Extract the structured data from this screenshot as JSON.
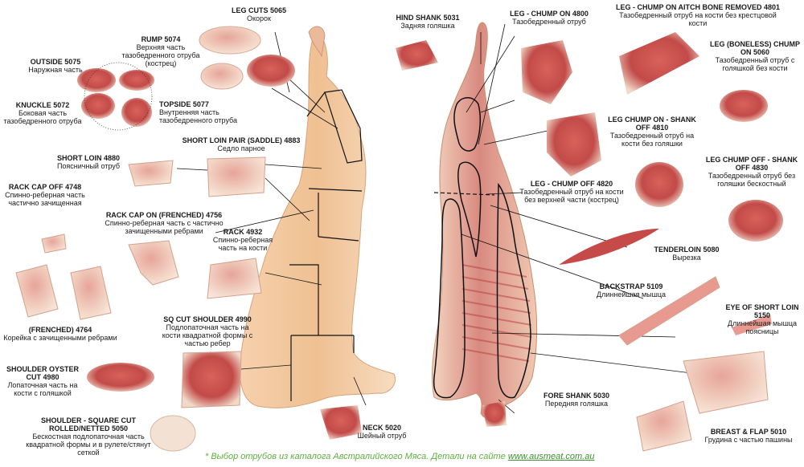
{
  "colors": {
    "carcass_fat": "#f0c29a",
    "carcass_light": "#f7dcc0",
    "meat_red": "#c8504e",
    "meat_dark": "#9e2f30",
    "fat_cream": "#f3e2d2",
    "line": "#111111",
    "footer_green": "#5fae3f"
  },
  "labels": {
    "leg_cuts": {
      "code": "LEG CUTS 5065",
      "desc": "Окорок"
    },
    "rump": {
      "code": "RUMP 5074",
      "desc": "Верхняя часть тазобедренного отруба (кострец)"
    },
    "outside": {
      "code": "OUTSIDE 5075",
      "desc": "Наружная часть"
    },
    "knuckle": {
      "code": "KNUCKLE 5072",
      "desc": "Боковая часть тазобедренного отруба"
    },
    "topside": {
      "code": "TOPSIDE 5077",
      "desc": "Внутренняя часть тазобедренного отруба"
    },
    "short_loin": {
      "code": "SHORT LOIN 4880",
      "desc": "Поясничный отруб"
    },
    "short_loin_pair": {
      "code": "SHORT LOIN PAIR (SADDLE) 4883",
      "desc": "Седло парное"
    },
    "rack_cap_off": {
      "code": "RACK CAP OFF 4748",
      "desc": "Спинно-реберная часть частично зачищенная"
    },
    "rack_cap_on": {
      "code": "RACK CAP ON (FRENCHED) 4756",
      "desc": "Спинно-реберная часть с частично зачищенными ребрами"
    },
    "rack": {
      "code": "RACK 4932",
      "desc": "Спинно-реберная часть на кости"
    },
    "frenched": {
      "code": "(FRENCHED) 4764",
      "desc": "Корейка с зачищенными ребрами"
    },
    "sq_cut_shoulder": {
      "code": "SQ CUT SHOULDER 4990",
      "desc": "Подлопаточная часть на кости квадратной формы с частью ребер"
    },
    "shoulder_oyster": {
      "code": "SHOULDER OYSTER CUT 4980",
      "desc": "Лопаточная часть на кости с голяшкой"
    },
    "shoulder_square": {
      "code": "SHOULDER - SQUARE CUT ROLLED/NETTED 5050",
      "desc": "Бескостная подлопаточная часть квадратной формы и в рулете/стянут сеткой"
    },
    "neck": {
      "code": "NECK 5020",
      "desc": "Шейный отруб"
    },
    "hind_shank": {
      "code": "HIND SHANK 5031",
      "desc": "Задняя голяшка"
    },
    "leg_chump_on": {
      "code": "LEG - CHUMP ON 4800",
      "desc": "Тазобедренный отруб"
    },
    "leg_chump_aitch": {
      "code": "LEG - CHUMP ON AITCH BONE REMOVED 4801",
      "desc": "Тазобедренный отруб на кости без крестцовой кости"
    },
    "leg_boneless": {
      "code": "LEG (BONELESS) CHUMP ON 5060",
      "desc": "Тазобедренный отруб с голяшкой без кости"
    },
    "leg_chump_shank_off": {
      "code": "LEG CHUMP ON - SHANK OFF 4810",
      "desc": "Тазобедренный отруб на кости без голяшки"
    },
    "leg_chump_off": {
      "code": "LEG - CHUMP OFF 4820",
      "desc": "Тазобедренный отруб на кости без верхней части (кострец)"
    },
    "leg_chump_off_shank_off": {
      "code": "LEG CHUMP OFF - SHANK OFF 4830",
      "desc": "Тазобедренный отруб без голяшки бескостный"
    },
    "tenderloin": {
      "code": "TENDERLOIN 5080",
      "desc": "Вырезка"
    },
    "backstrap": {
      "code": "BACKSTRAP 5109",
      "desc": "Длиннейшая мышца"
    },
    "eye_short_loin": {
      "code": "EYE OF SHORT LOIN 5150",
      "desc": "Длиннейшая мышца поясницы"
    },
    "fore_shank": {
      "code": "FORE SHANK 5030",
      "desc": "Передняя голяшка"
    },
    "breast_flap": {
      "code": "BREAST & FLAP 5010",
      "desc": "Грудина с частью пашины"
    }
  },
  "footer": {
    "text": "* Выбор отрубов из каталога Австралийского Мяса. Детали на сайте",
    "url": "www.ausmeat.com.au"
  }
}
